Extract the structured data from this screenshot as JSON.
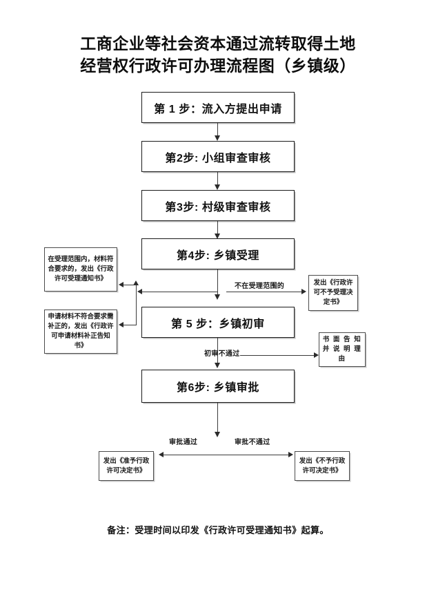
{
  "title": {
    "line1": "工商企业等社会资本通过流转取得土地",
    "line2": "经营权行政许可办理流程图（乡镇级）"
  },
  "steps": [
    {
      "id": "step1",
      "label": "第 1 步：流入方提出申请"
    },
    {
      "id": "step2",
      "label": "第2步: 小组审查审核"
    },
    {
      "id": "step3",
      "label": "第3步: 村级审查审核"
    },
    {
      "id": "step4",
      "label": "第4步: 乡镇受理"
    },
    {
      "id": "step5",
      "label": "第 5 步：乡镇初审"
    },
    {
      "id": "step6",
      "label": "第6步: 乡镇审批"
    }
  ],
  "notes": {
    "accept_in_scope": "在受理范围内，材料符合要求的，发出《行政许可受理通知书》",
    "materials_need_correction": "申请材料不符合要求需补正的，发出《行政许可申请材料补正告知书》",
    "not_in_scope_result": "发出《行政许可不予受理决定书》",
    "written_notice_reason": "书 面 告 知 并 说 明 理 由",
    "approved_result": "发出《准予行政许可决定书》",
    "rejected_result": "发出《不予行政许可决定书》"
  },
  "edge_labels": {
    "not_in_scope": "不在受理范围的",
    "first_review_failed": "初审不通过",
    "approval_passed": "审批通过",
    "approval_failed": "审批不通过"
  },
  "footer": {
    "note": "备注：受理时间以印发《行政许可受理通知书》起算。"
  },
  "colors": {
    "page_background": "#ffffff",
    "box_border": "#1a1a1a",
    "note_border": "#4a4a4a",
    "connector": "#3a3a3a",
    "text": "#111111"
  }
}
